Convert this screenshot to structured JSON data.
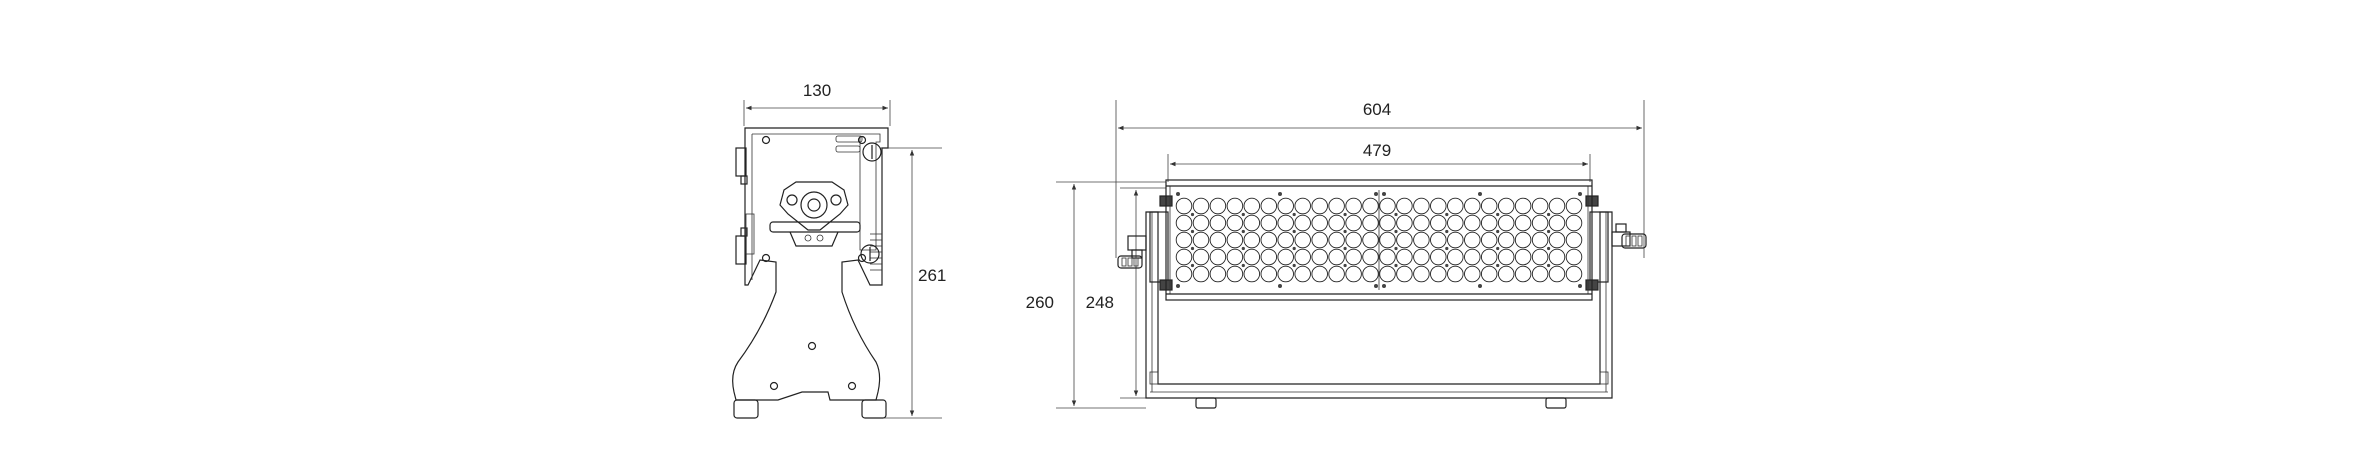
{
  "dimensions": {
    "side_width": "130",
    "side_height": "261",
    "front_overall_width": "604",
    "front_panel_width": "479",
    "front_overall_height": "260",
    "front_body_height": "248"
  },
  "led_grid": {
    "rows": 5,
    "columns": 24
  },
  "colors": {
    "line": "#222222",
    "background": "#ffffff"
  }
}
